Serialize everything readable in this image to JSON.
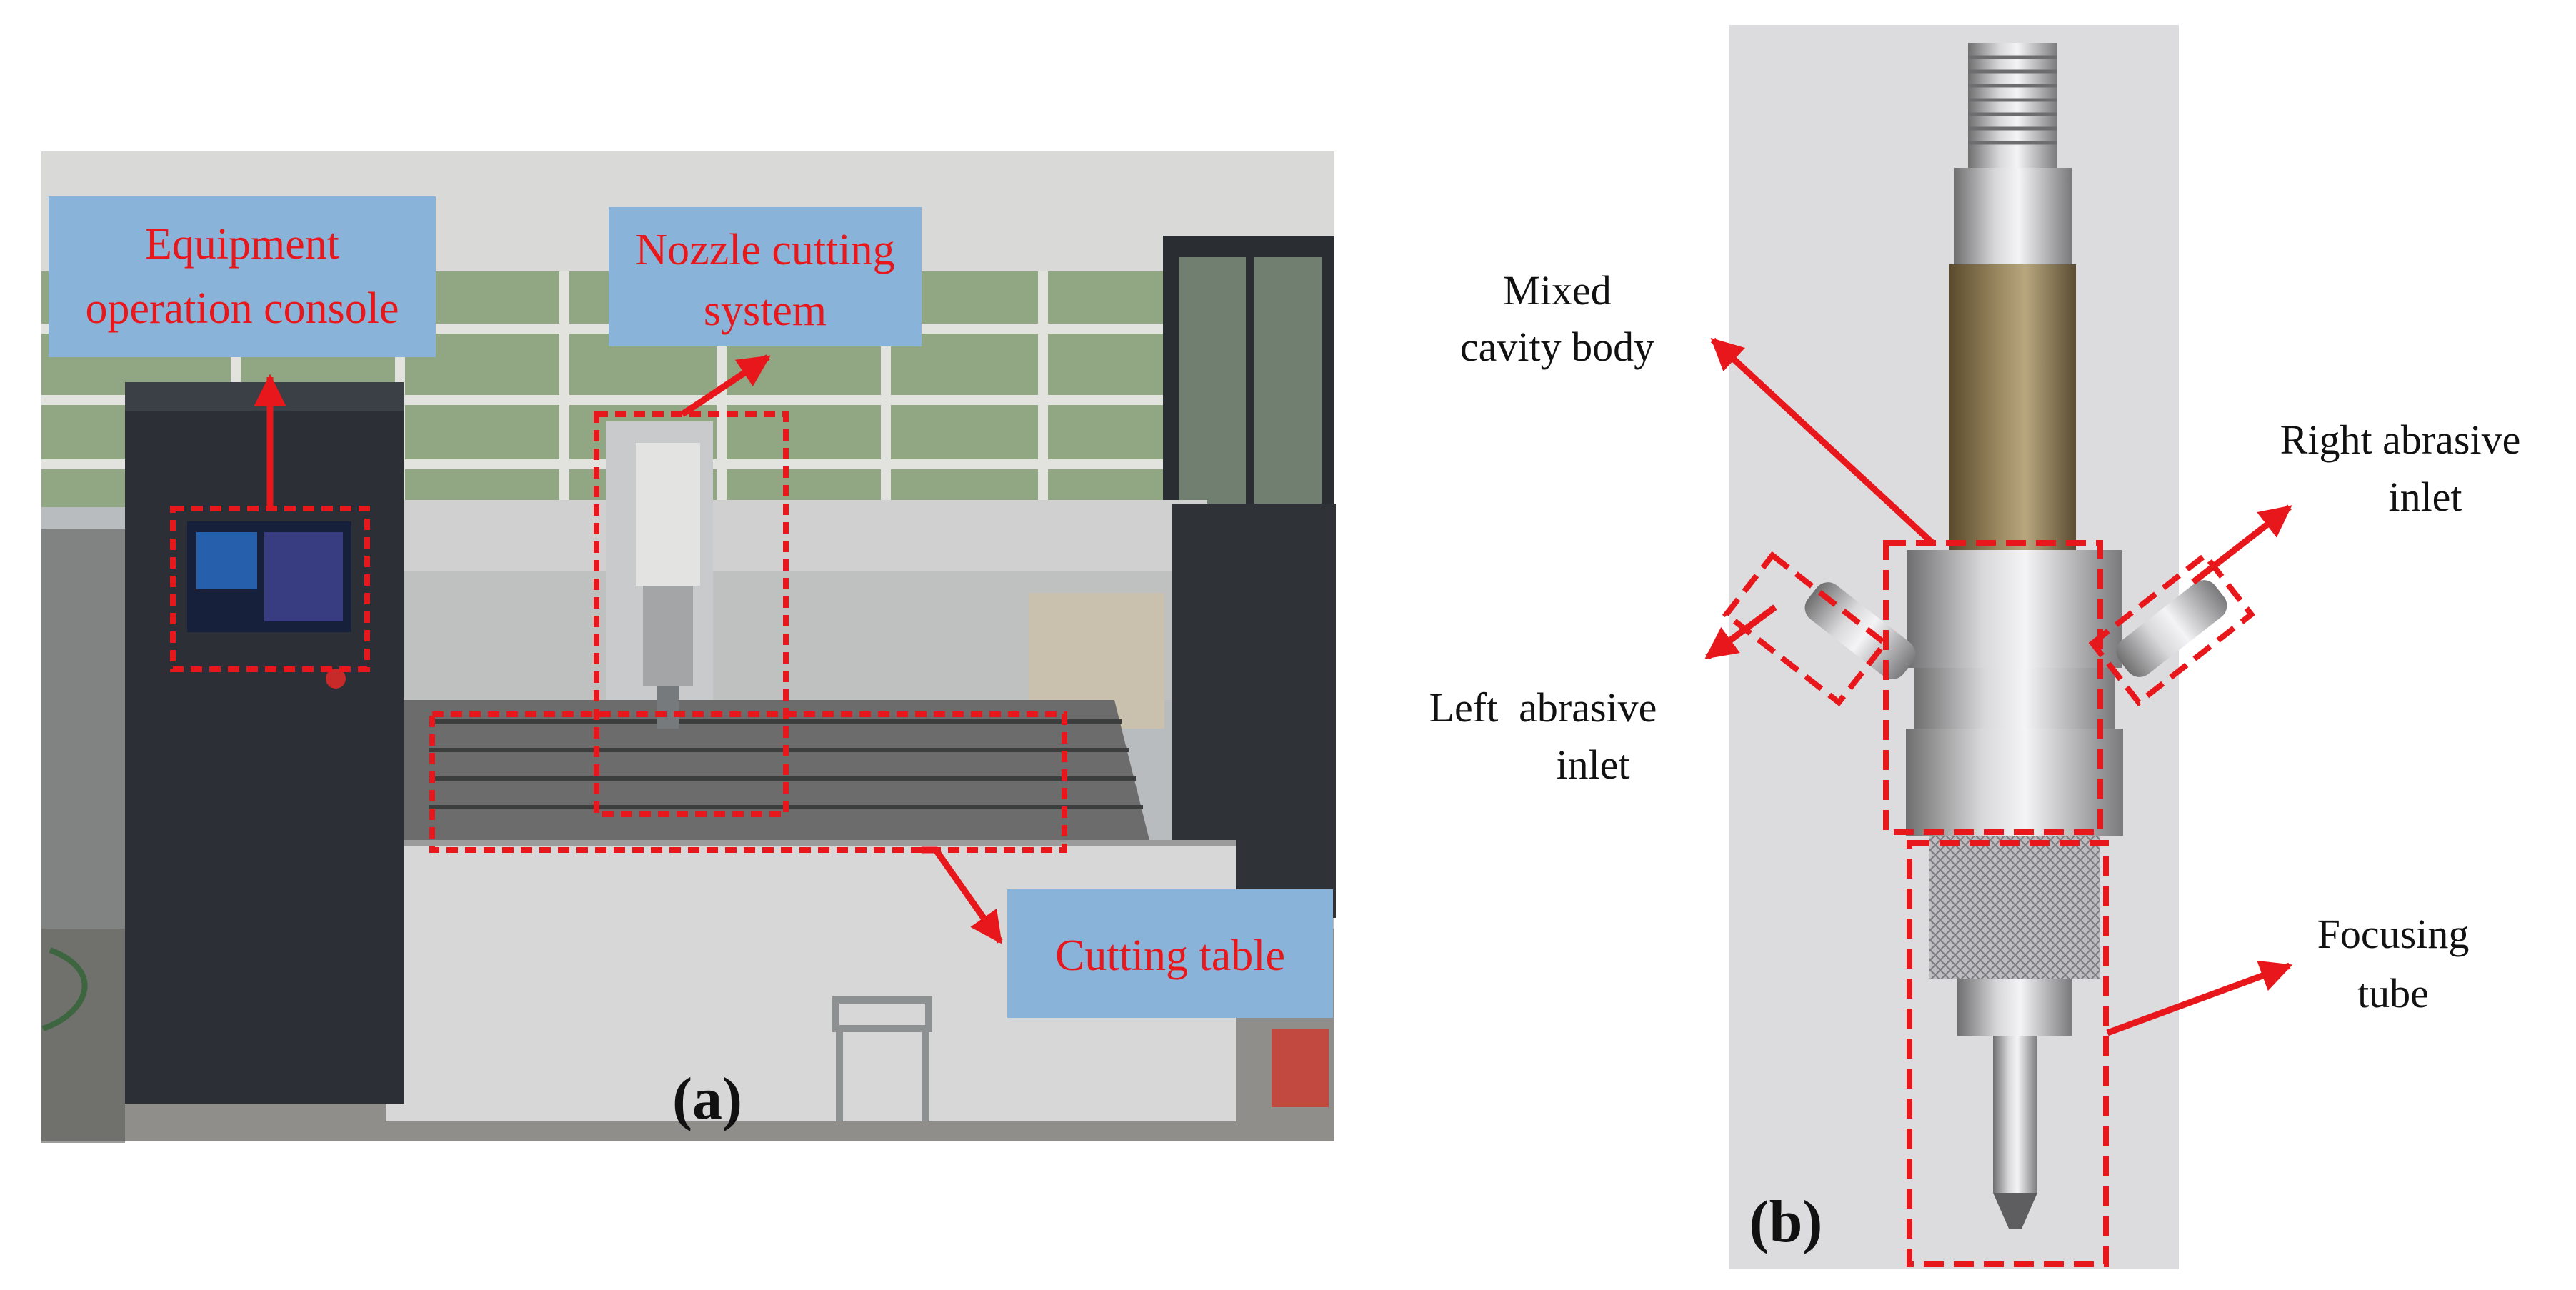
{
  "panel_a": {
    "tag": "(a)",
    "labels": {
      "console": [
        "Equipment",
        "operation console"
      ],
      "nozzle": [
        "Nozzle cutting",
        "system"
      ],
      "table": "Cutting table"
    }
  },
  "panel_b": {
    "tag": "(b)",
    "labels": {
      "mixed": [
        "Mixed",
        "cavity body"
      ],
      "right_inlet": [
        "Right abrasive",
        "inlet"
      ],
      "left_inlet": [
        "Left  abrasive",
        "inlet"
      ],
      "focusing": [
        "Focusing",
        "tube"
      ]
    }
  },
  "colors": {
    "annotation_red": "#e8171b",
    "label_box_blue": "#8ab3d9",
    "photo_b_bg": "#dcdcde",
    "machine_dark": "#2c3036"
  }
}
